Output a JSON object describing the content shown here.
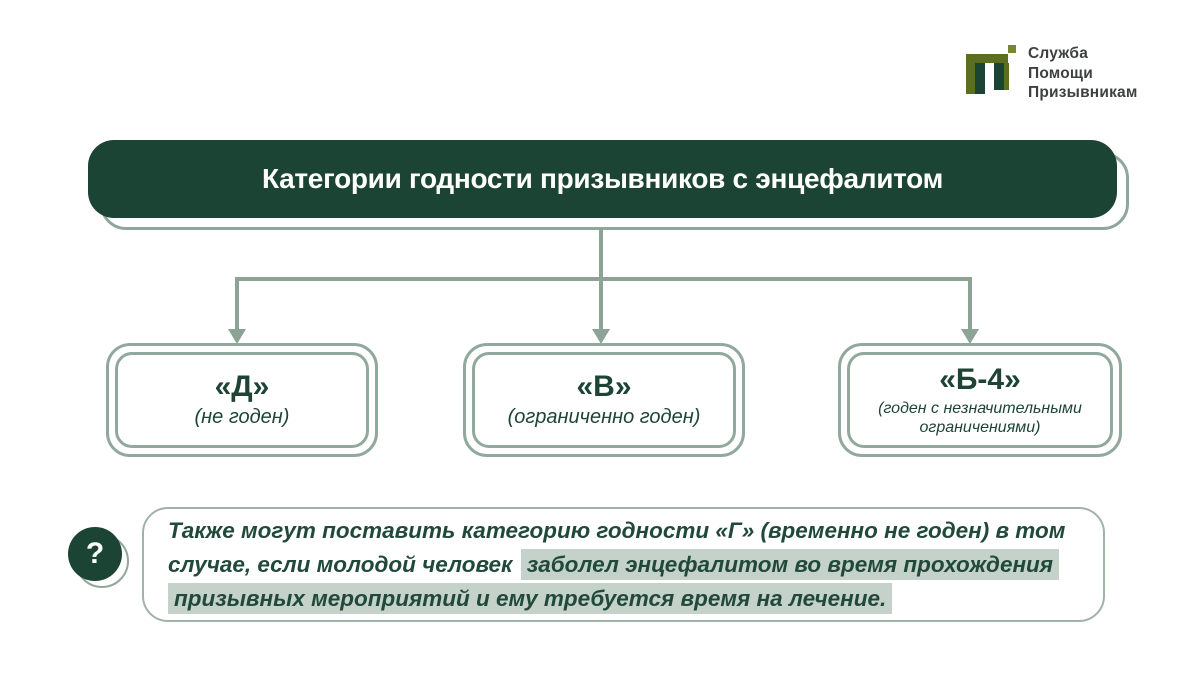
{
  "logo": {
    "name_lines": [
      "Служба",
      "Помощи",
      "Призывникам"
    ]
  },
  "header": {
    "title": "Категории годности призывников с энцефалитом"
  },
  "categories": [
    {
      "code": "«Д»",
      "desc": "(не годен)"
    },
    {
      "code": "«В»",
      "desc": "(ограниченно годен)"
    },
    {
      "code": "«Б-4»",
      "desc": "(годен с незначительными ограничениями)"
    }
  ],
  "note": {
    "icon": "?",
    "full_text": "Также могут поставить категорию годности «Г» (временно не годен) в том случае, если молодой человек заболел энцефалитом во время прохождения призывных мероприятий и ему требуется время на лечение.",
    "lines": [
      {
        "plain": "Также могут поставить категорию годности «Г» (временно не годен) в том",
        "highlight": ""
      },
      {
        "plain": "случае, если молодой человек",
        "highlight": "заболел энцефалитом во время прохождения"
      },
      {
        "plain": "",
        "highlight": "призывных мероприятий и ему требуется время на лечение."
      }
    ]
  },
  "colors": {
    "dark_green": "#1C4434",
    "sage_line": "#8CA396",
    "sage_border": "#91A99C",
    "highlight": "#C4D2C9",
    "logo_olive": "#5E6E20",
    "logo_olive_light": "#77862F"
  }
}
